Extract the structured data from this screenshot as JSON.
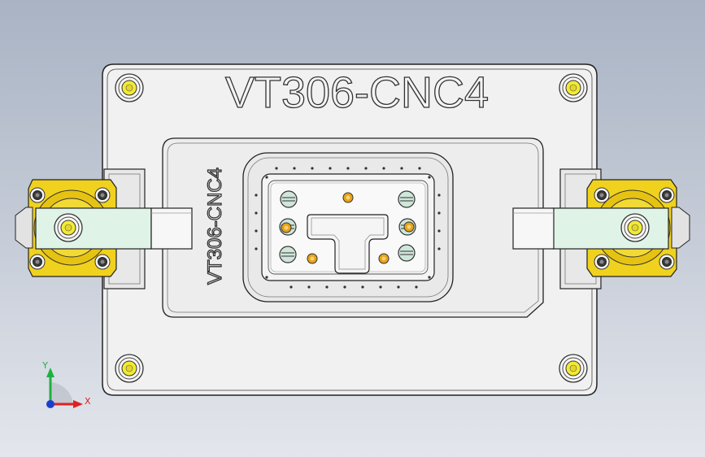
{
  "viewport": {
    "engraving_main": "VT306-CNC4",
    "engraving_side": "VT306-CNC4",
    "colors": {
      "background_top": "#a9b3c4",
      "background_bottom": "#e3e6ec",
      "plate": "#f2f2f2",
      "clamp_body": "#f0d21e",
      "clamp_arm": "#dff4e6",
      "bolt": "#f3ea35",
      "pin": "#e8a317",
      "screw": "#cfe6da"
    }
  },
  "axis_triad": {
    "x_label": "X",
    "y_label": "Y",
    "x_color": "#e02020",
    "y_color": "#20b040",
    "z_color": "#1a3fd0"
  }
}
